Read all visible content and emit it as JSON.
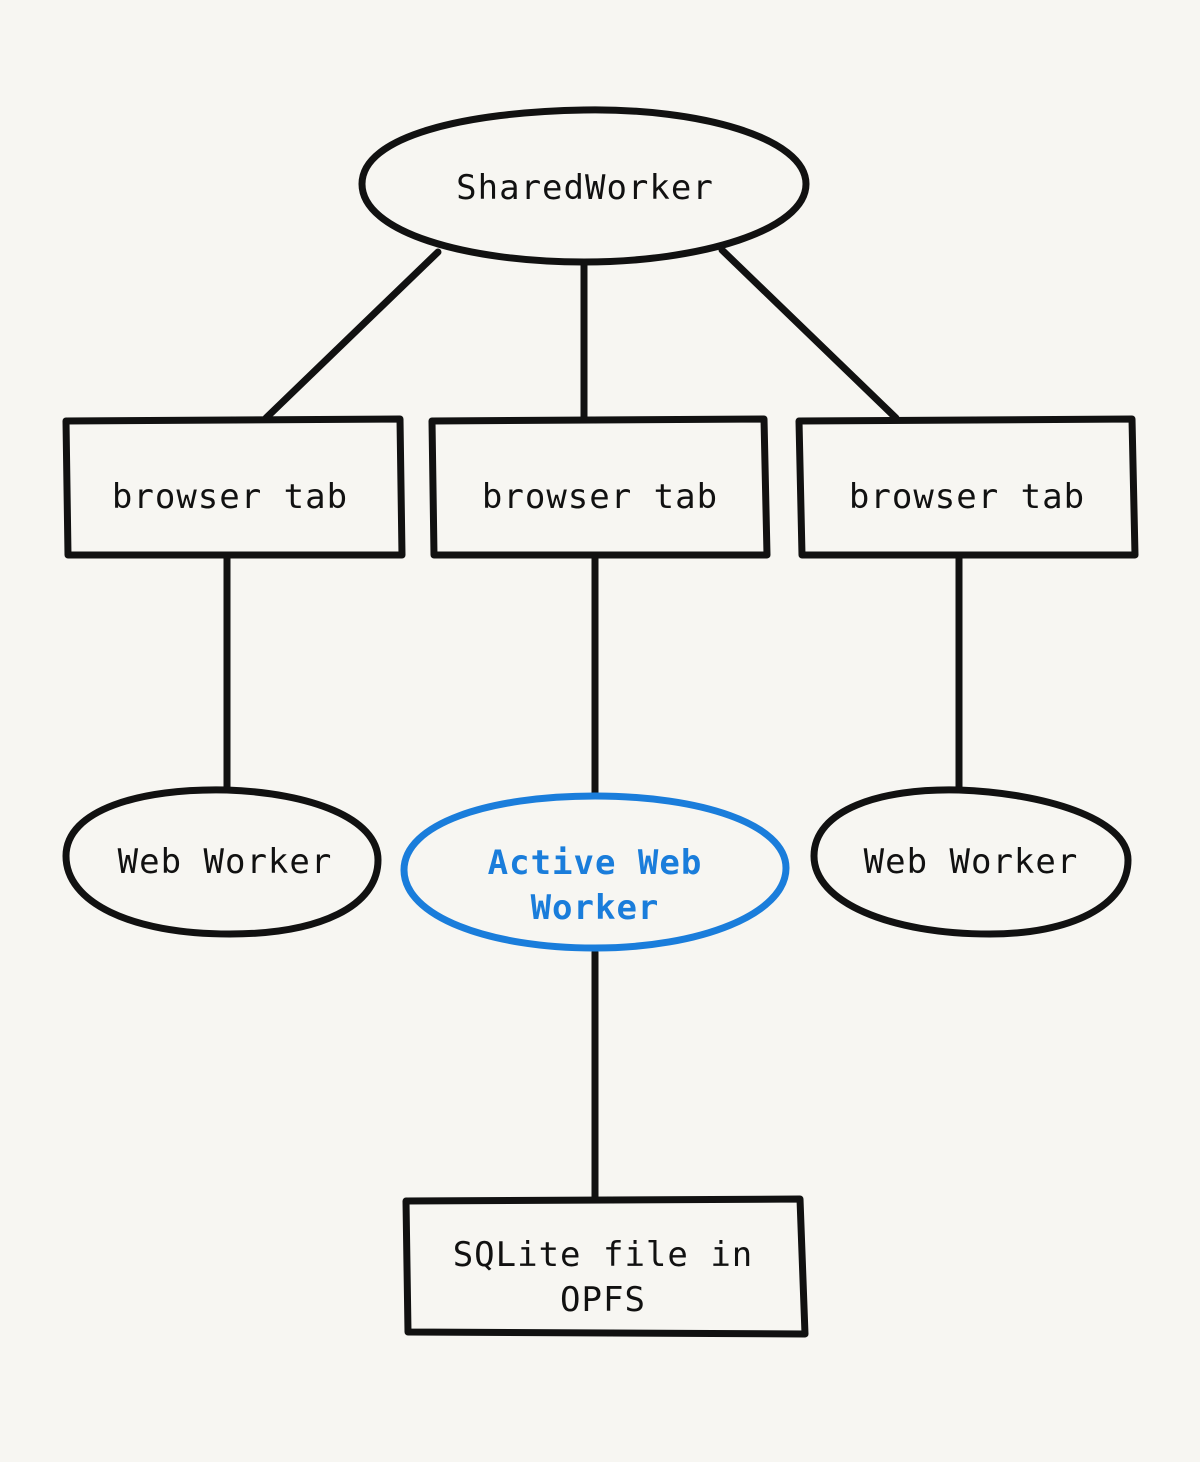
{
  "colors": {
    "background": "#f7f6f2",
    "stroke": "#111111",
    "accent": "#1a7ddb"
  },
  "nodes": {
    "shared_worker": {
      "label": "SharedWorker"
    },
    "tab_left": {
      "label": "browser tab"
    },
    "tab_middle": {
      "label": "browser tab"
    },
    "tab_right": {
      "label": "browser tab"
    },
    "worker_left": {
      "label": "Web Worker"
    },
    "worker_active": {
      "line1": "Active Web",
      "line2": "Worker"
    },
    "worker_right": {
      "label": "Web Worker"
    },
    "sqlite": {
      "line1": "SQLite file in",
      "line2": "OPFS"
    }
  }
}
